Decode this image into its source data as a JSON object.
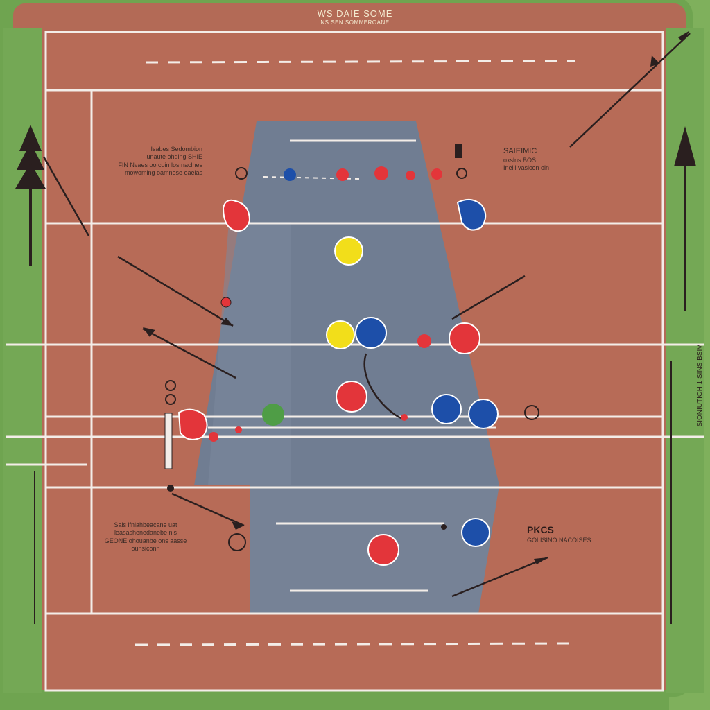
{
  "title": {
    "line1": "WS DAIE SOME",
    "line2": "NS SEN SOMMEROANE"
  },
  "notes": {
    "top_left": [
      "Isabes Sedombion",
      "unaute ohding SHIE",
      "FIN Nvaes oo coin los naclnes",
      "mowoming oamnese oaelas"
    ],
    "top_right": [
      "SAIEIMIC",
      "oxslns BOS",
      "Inelll vasicen oin"
    ],
    "bottom_left": [
      "Sais ifnlahbeacane uat",
      "leasashenedanebe nis",
      "GEONE ohouanbe ons aasse",
      "ounsiconn"
    ],
    "bottom_right": {
      "head": "PKCS",
      "sub": "GOLISINO NACOISES"
    },
    "side": "SIONIUTIOH 1 SINS BSIV"
  },
  "colors": {
    "grass": "#6fa450",
    "court": "#b36a56",
    "lane": "#6b7e96",
    "line": "#f3ede8",
    "red": "#e3353a",
    "blue": "#1d4fa9",
    "yellow": "#f2de1a",
    "green": "#4f9d46",
    "ink": "#2a1f1f"
  },
  "icons": [
    "tree-icon",
    "arrow-icon",
    "player-token-red",
    "player-token-blue",
    "ball-yellow",
    "ball-green",
    "marker-circle"
  ]
}
